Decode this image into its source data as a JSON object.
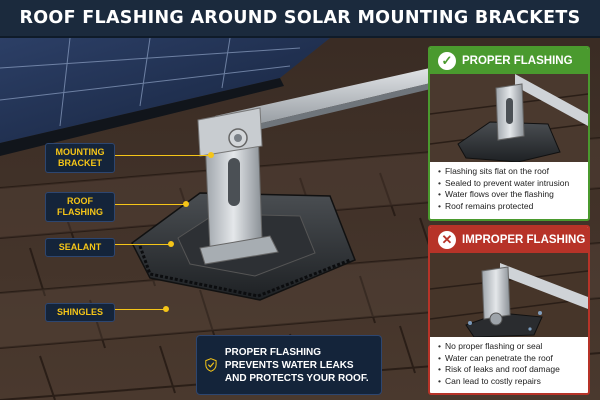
{
  "title": "Roof Flashing Around Solar Mounting Brackets",
  "callouts": [
    {
      "label": "Mounting Bracket"
    },
    {
      "label": "Roof Flashing"
    },
    {
      "label": "Sealant"
    },
    {
      "label": "Shingles"
    }
  ],
  "proper": {
    "heading": "Proper Flashing",
    "icon": "check-icon",
    "color": "#4a9a2e",
    "items": [
      "Flashing sits flat on the roof",
      "Sealed to prevent water intrusion",
      "Water flows over the flashing",
      "Roof remains protected"
    ]
  },
  "improper": {
    "heading": "Improper Flashing",
    "icon": "x-icon",
    "color": "#b73328",
    "items": [
      "No proper flashing or seal",
      "Water can penetrate the roof",
      "Risk of leaks and roof damage",
      "Can lead to costly repairs"
    ]
  },
  "banner": {
    "icon": "shield-check-icon",
    "text": "Proper flashing prevents water leaks and protects your roof."
  },
  "colors": {
    "accent": "#f5c518",
    "navy": "#14243a"
  }
}
